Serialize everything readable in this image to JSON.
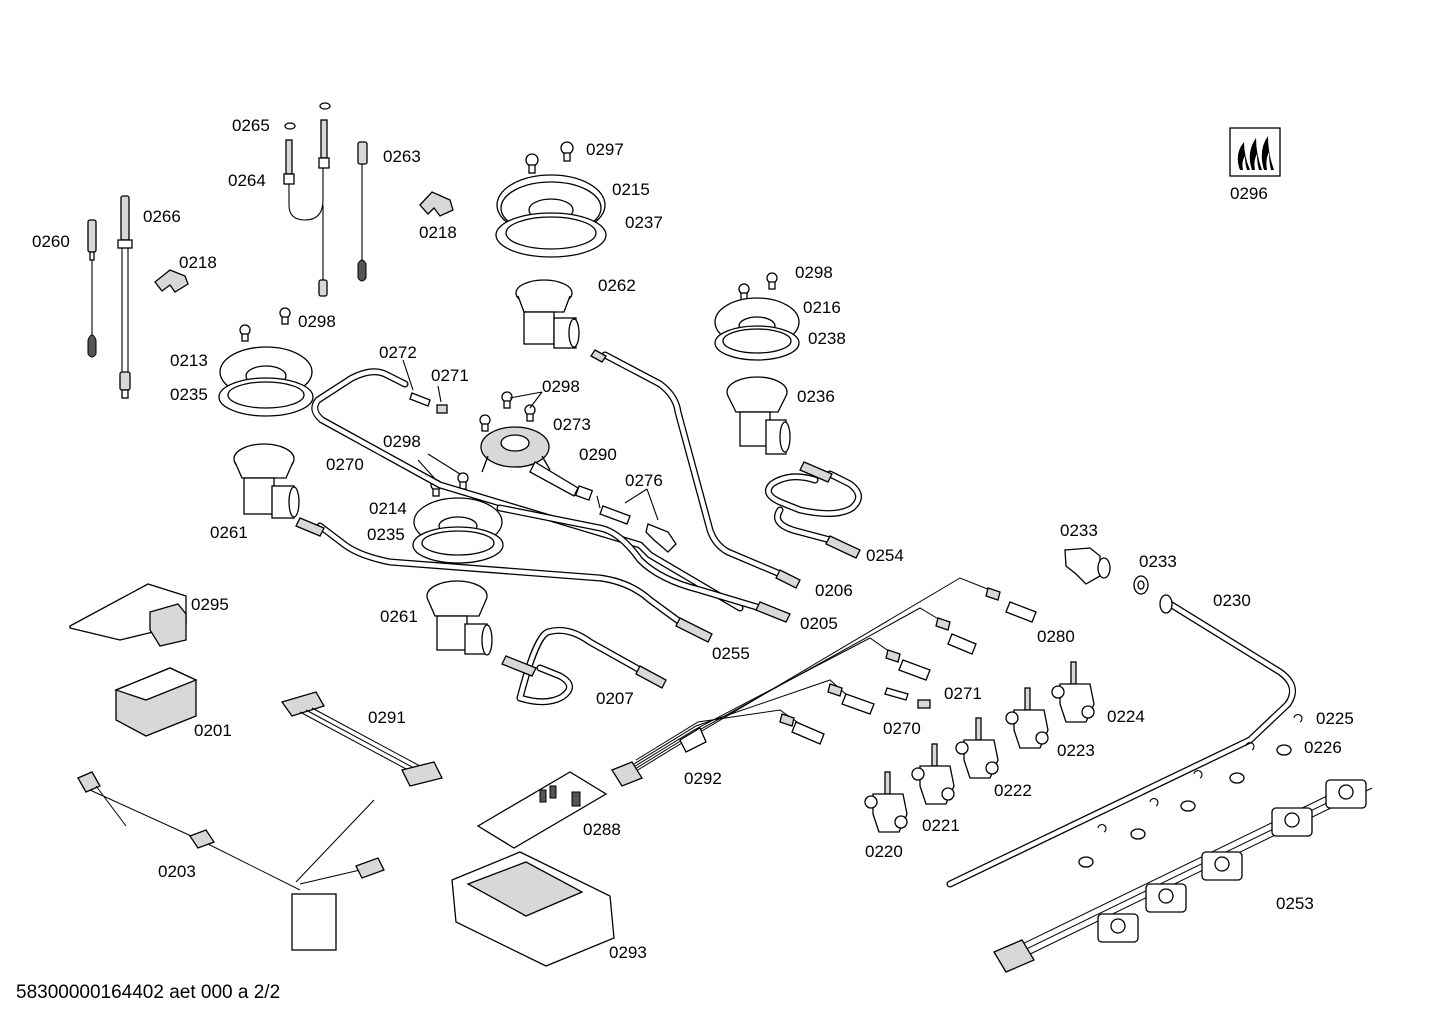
{
  "labels": {
    "l0265": "0265",
    "l0263": "0263",
    "l0264": "0264",
    "l0266": "0266",
    "l0260": "0260",
    "l0218a": "0218",
    "l0218b": "0218",
    "l0297": "0297",
    "l0215": "0215",
    "l0237": "0237",
    "l0262": "0262",
    "l0298a": "0298",
    "l0298b": "0298",
    "l0298c": "0298",
    "l0298d": "0298",
    "l0216": "0216",
    "l0238": "0238",
    "l0236": "0236",
    "l0213": "0213",
    "l0235a": "0235",
    "l0235b": "0235",
    "l0272": "0272",
    "l0271a": "0271",
    "l0271b": "0271",
    "l0273": "0273",
    "l0290": "0290",
    "l0276": "0276",
    "l0270a": "0270",
    "l0270b": "0270",
    "l0214": "0214",
    "l0261a": "0261",
    "l0261b": "0261",
    "l0254": "0254",
    "l0206": "0206",
    "l0205": "0205",
    "l0255": "0255",
    "l0207": "0207",
    "l0233a": "0233",
    "l0233b": "0233",
    "l0230": "0230",
    "l0280": "0280",
    "l0224": "0224",
    "l0223": "0223",
    "l0222": "0222",
    "l0221": "0221",
    "l0220": "0220",
    "l0225": "0225",
    "l0226": "0226",
    "l0253": "0253",
    "l0292": "0292",
    "l0291": "0291",
    "l0295": "0295",
    "l0201": "0201",
    "l0288": "0288",
    "l0203": "0203",
    "l0293": "0293",
    "l0296": "0296"
  },
  "footer": "58300000164402 aet 000 a 2/2",
  "colors": {
    "line": "#000000",
    "background": "#ffffff",
    "shade": "#d8d8d8"
  },
  "icons": {
    "gas-flame-symbol": "gas-flame-icon"
  }
}
